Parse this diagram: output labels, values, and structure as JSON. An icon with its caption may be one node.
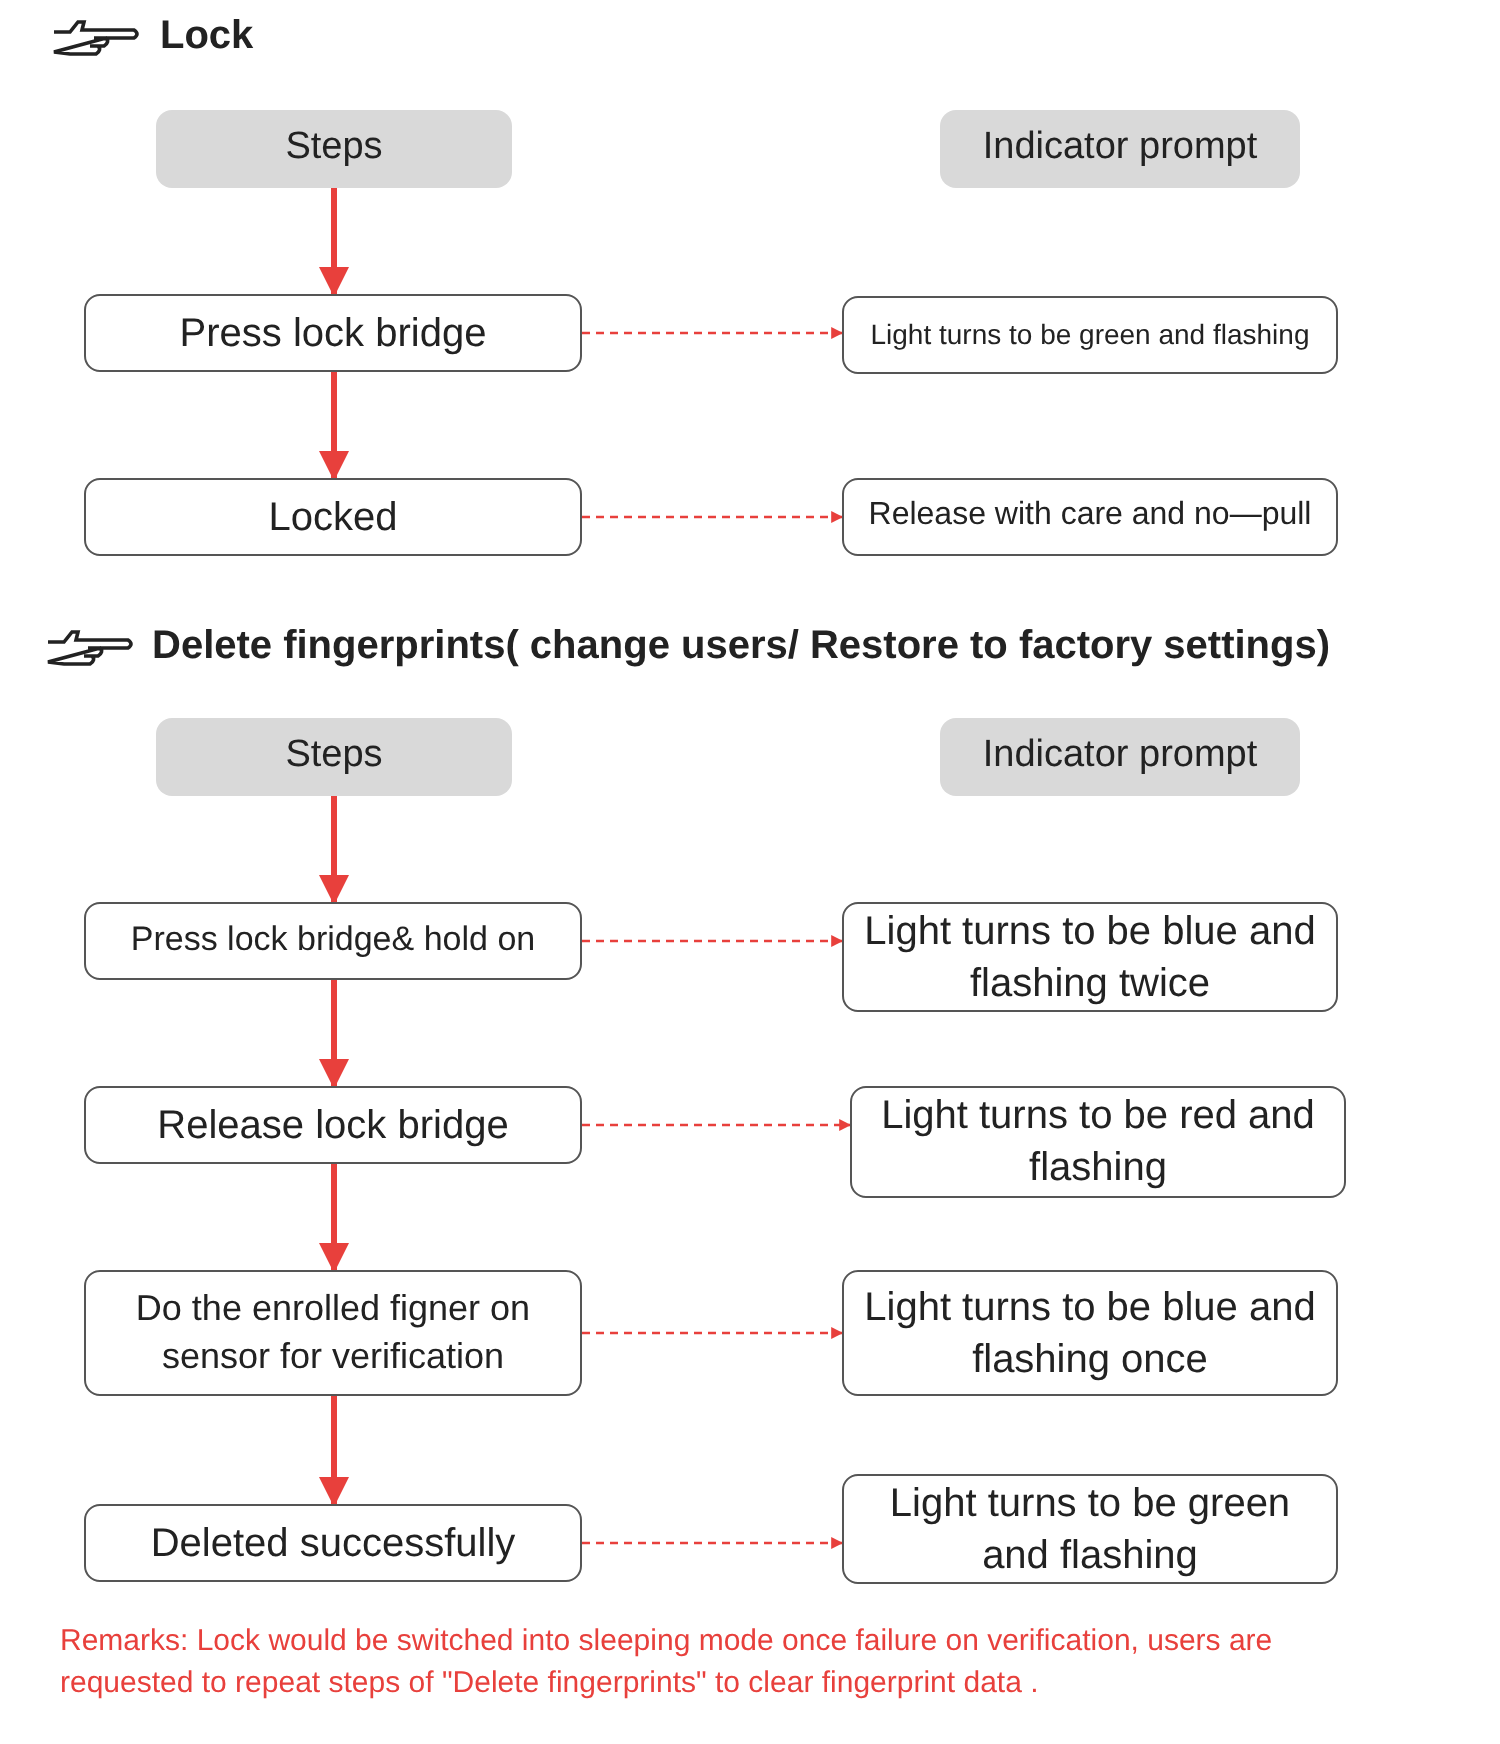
{
  "diagram": {
    "nodes": [
      {
        "text": [
          "Steps"
        ]
      },
      {
        "text": [
          "Indicator prompt"
        ]
      },
      {
        "text": [
          "Press lock bridge"
        ]
      },
      {
        "text": [
          "Light turns to be green and flashing"
        ]
      },
      {
        "text": [
          "Locked"
        ]
      },
      {
        "text": [
          "Release with care and no—pull"
        ]
      },
      {
        "text": [
          "Steps"
        ]
      },
      {
        "text": [
          "Indicator prompt"
        ]
      },
      {
        "text": [
          "Press lock bridge& hold on"
        ]
      },
      {
        "text": [
          "Light turns to be blue and flashing twice"
        ]
      },
      {
        "text": [
          "Release lock bridge"
        ]
      },
      {
        "text": [
          "Light turns to be red and flashing"
        ]
      },
      {
        "text": [
          "Do the enrolled figner on sensor for verification"
        ]
      },
      {
        "text": [
          "Light turns to be blue and flashing once"
        ]
      },
      {
        "text": [
          "Deleted successfully"
        ]
      },
      {
        "text": [
          "Light turns to be green and flashing"
        ]
      }
    ],
    "edges": [
      {
        "from": 0,
        "to": 2,
        "arrow": "to",
        "style": "thick"
      },
      {
        "from": 2,
        "to": 4,
        "arrow": "to",
        "style": "thick"
      },
      {
        "from": 2,
        "to": 3,
        "arrow": "to",
        "style": "dashed"
      },
      {
        "from": 4,
        "to": 5,
        "arrow": "to",
        "style": "dashed"
      },
      {
        "from": 6,
        "to": 8,
        "arrow": "to",
        "style": "thick"
      },
      {
        "from": 8,
        "to": 10,
        "arrow": "to",
        "style": "thick"
      },
      {
        "from": 10,
        "to": 12,
        "arrow": "to",
        "style": "thick"
      },
      {
        "from": 12,
        "to": 14,
        "arrow": "to",
        "style": "thick"
      },
      {
        "from": 8,
        "to": 9,
        "arrow": "to",
        "style": "dashed"
      },
      {
        "from": 10,
        "to": 11,
        "arrow": "to",
        "style": "dashed"
      },
      {
        "from": 12,
        "to": 13,
        "arrow": "to",
        "style": "dashed"
      },
      {
        "from": 14,
        "to": 15,
        "arrow": "to",
        "style": "dashed"
      }
    ],
    "labels": [
      "Lock",
      "Delete fingerprints( change users/ Restore to factory settings)",
      "Remarks: Lock would be switched into sleeping mode once failure on verification, users are requested to repeat steps of \"Delete fingerprints\" to clear fingerprint data ."
    ]
  }
}
